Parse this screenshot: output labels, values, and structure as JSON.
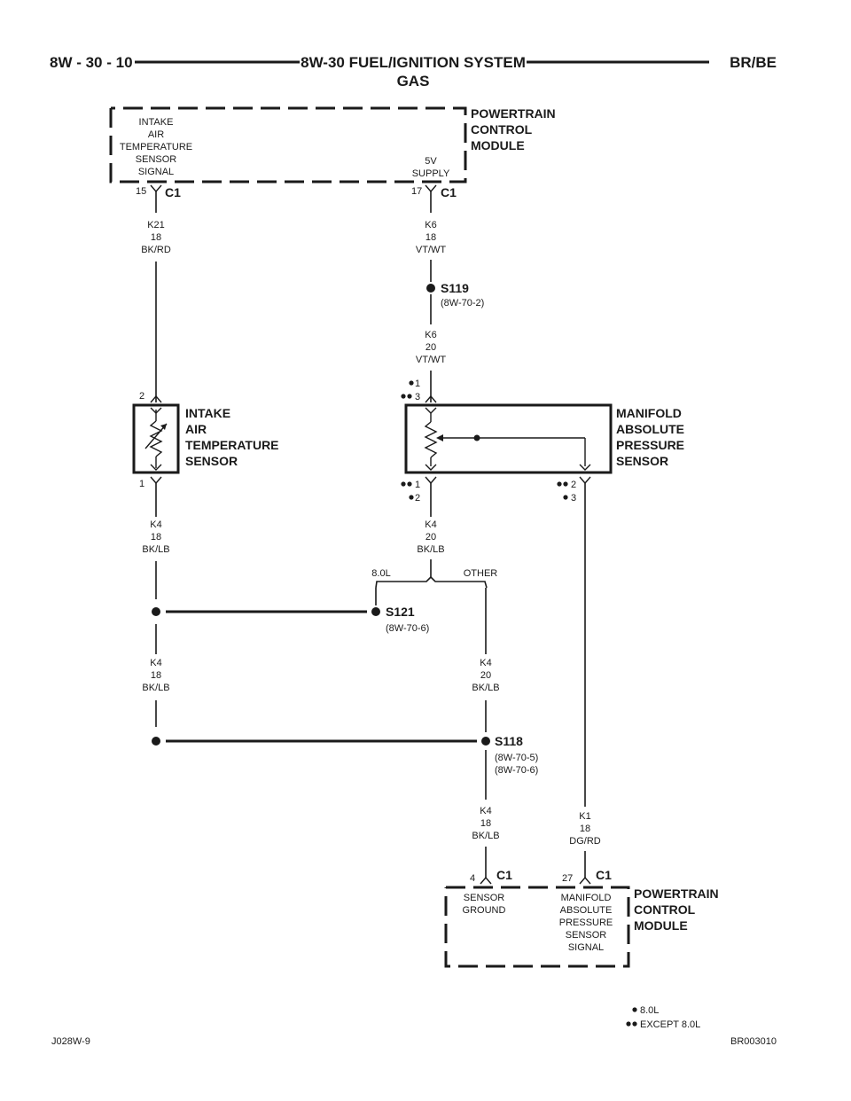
{
  "header": {
    "page_code": "8W - 30 - 10",
    "title": "8W-30 FUEL/IGNITION SYSTEM",
    "subtitle": "GAS",
    "model": "BR/BE"
  },
  "pcm_top": {
    "name": [
      "POWERTRAIN",
      "CONTROL",
      "MODULE"
    ],
    "pin_left_func": [
      "INTAKE",
      "AIR",
      "TEMPERATURE",
      "SENSOR",
      "SIGNAL"
    ],
    "pin_right_func": [
      "5V",
      "SUPPLY"
    ],
    "pin_left_num": "15",
    "pin_right_num": "17",
    "connector": "C1"
  },
  "wires": {
    "k21": [
      "K21",
      "18",
      "BK/RD"
    ],
    "k6_top": [
      "K6",
      "18",
      "VT/WT"
    ],
    "k6_mid": [
      "K6",
      "20",
      "VT/WT"
    ],
    "k4_iat": [
      "K4",
      "18",
      "BK/LB"
    ],
    "k4_map": [
      "K4",
      "20",
      "BK/LB"
    ],
    "k4_left_mid": [
      "K4",
      "18",
      "BK/LB"
    ],
    "k4_right_mid": [
      "K4",
      "20",
      "BK/LB"
    ],
    "k4_bottom": [
      "K4",
      "18",
      "BK/LB"
    ],
    "k1": [
      "K1",
      "18",
      "DG/RD"
    ]
  },
  "splices": {
    "s119": {
      "name": "S119",
      "ref": "(8W-70-2)"
    },
    "s121": {
      "name": "S121",
      "ref": "(8W-70-6)"
    },
    "s118": {
      "name": "S118",
      "ref1": "(8W-70-5)",
      "ref2": "(8W-70-6)"
    }
  },
  "iat_sensor": {
    "name": [
      "INTAKE",
      "AIR",
      "TEMPERATURE",
      "SENSOR"
    ],
    "pin_top": "2",
    "pin_bottom": "1"
  },
  "map_sensor": {
    "name": [
      "MANIFOLD",
      "ABSOLUTE",
      "PRESSURE",
      "SENSOR"
    ],
    "pin_top_a": "1",
    "pin_top_b": "3",
    "pin_bl_a": "1",
    "pin_bl_b": "2",
    "pin_br_a": "2",
    "pin_br_b": "3"
  },
  "branch": {
    "left": "8.0L",
    "right": "OTHER"
  },
  "pcm_bottom": {
    "name": [
      "POWERTRAIN",
      "CONTROL",
      "MODULE"
    ],
    "pin_left_num": "4",
    "pin_right_num": "27",
    "connector": "C1",
    "pin_left_func": [
      "SENSOR",
      "GROUND"
    ],
    "pin_right_func": [
      "MANIFOLD",
      "ABSOLUTE",
      "PRESSURE",
      "SENSOR",
      "SIGNAL"
    ]
  },
  "legend": {
    "single": "8.0L",
    "double": "EXCEPT 8.0L"
  },
  "footer": {
    "left_code": "J028W-9",
    "right_code": "BR003010"
  }
}
